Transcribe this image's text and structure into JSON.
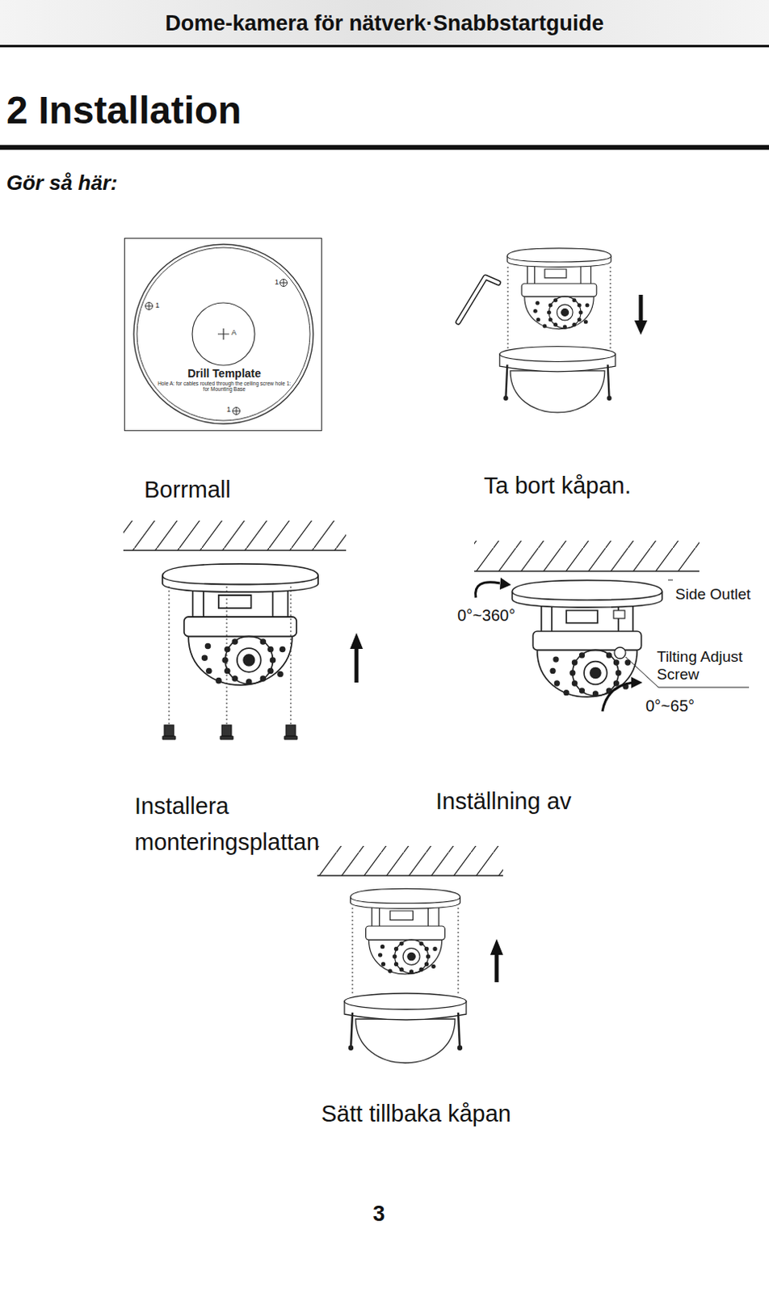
{
  "diagram": {
    "title": "2 Installation",
    "nodes": [
      {
        "text": [
          "1",
          "1",
          "A",
          "Drill Template",
          "Hole A: for cables routed through the ceiling screw hole 1: for Mounting Base",
          "1"
        ]
      }
    ],
    "labels": [
      "Dome-kamera för nätverk·Snabbstartguide",
      "Gör så här:",
      "Borrmall",
      "Ta bort kåpan.",
      "0°~360°",
      "Side Outlet",
      "Tilting Adjust Screw",
      "0°~65°",
      "Installera monteringsplattan",
      "Inställning av",
      "Sätt tillbaka kåpan",
      "3"
    ]
  }
}
